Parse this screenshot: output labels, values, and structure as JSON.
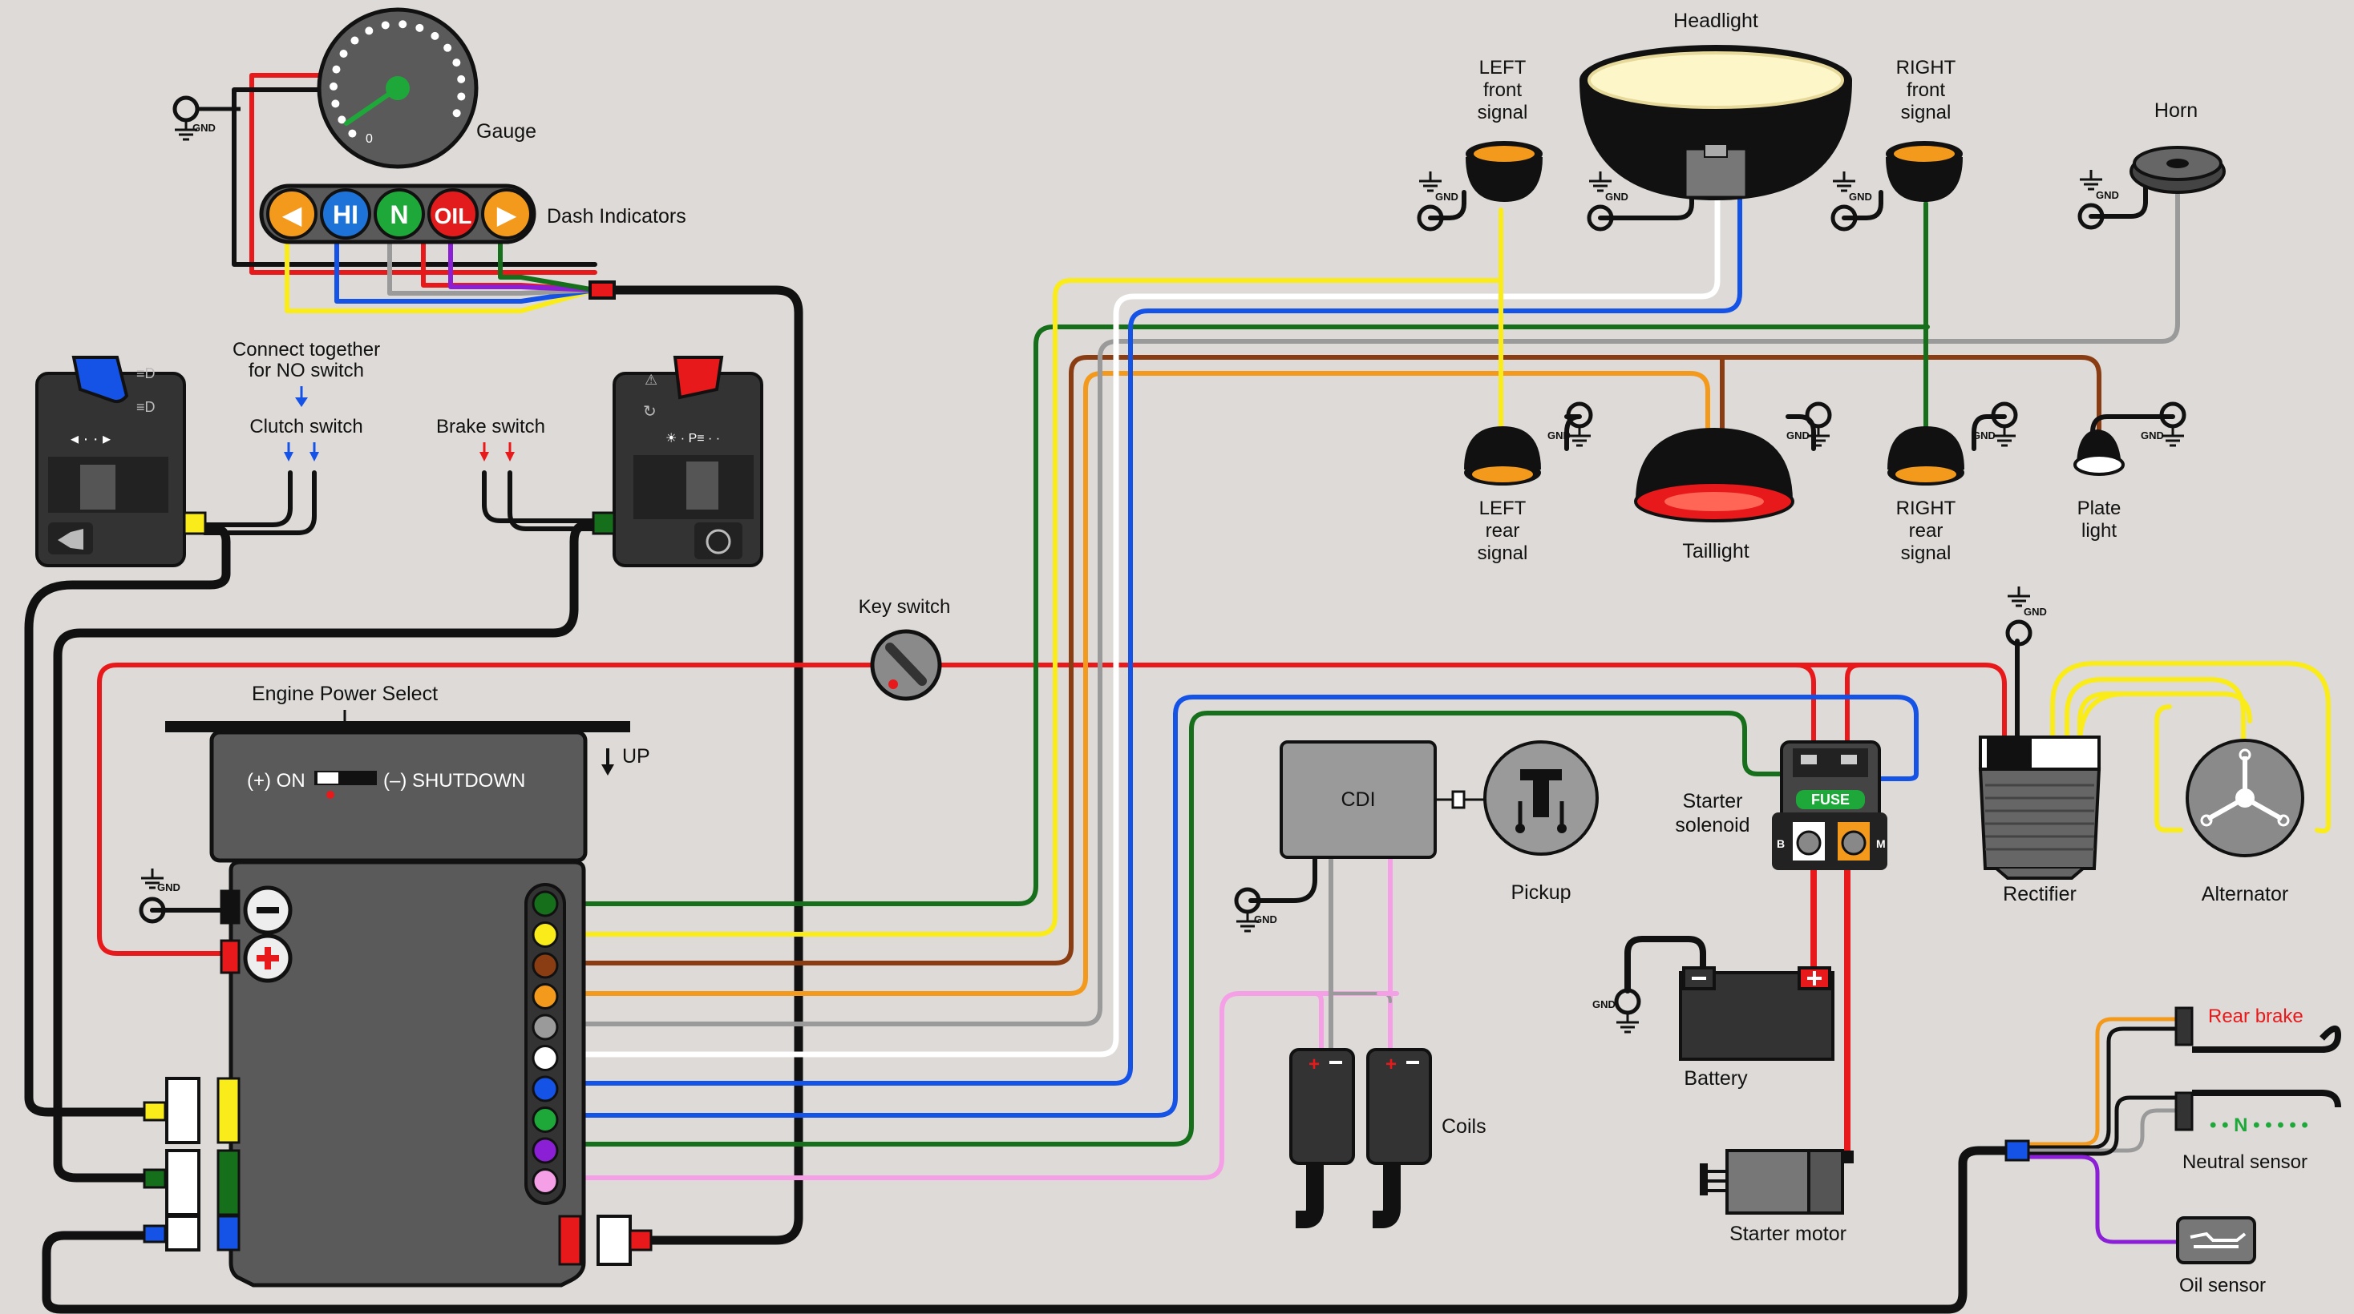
{
  "labels": {
    "gauge": "Gauge",
    "dash_indicators": "Dash Indicators",
    "headlight": "Headlight",
    "left_front_signal": [
      "LEFT",
      "front",
      "signal"
    ],
    "right_front_signal": [
      "RIGHT",
      "front",
      "signal"
    ],
    "horn": "Horn",
    "left_rear_signal": [
      "LEFT",
      "rear",
      "signal"
    ],
    "taillight": "Taillight",
    "right_rear_signal": [
      "RIGHT",
      "rear",
      "signal"
    ],
    "plate_light": [
      "Plate",
      "light"
    ],
    "connect_note": [
      "Connect together",
      "for NO switch"
    ],
    "clutch_switch": "Clutch switch",
    "brake_switch": "Brake switch",
    "key_switch": "Key switch",
    "engine_power_select": "Engine Power Select",
    "on": "(+) ON",
    "shutdown": "(–) SHUTDOWN",
    "up": "UP",
    "cdi": "CDI",
    "pickup": "Pickup",
    "coils": "Coils",
    "starter_solenoid": [
      "Starter",
      "solenoid"
    ],
    "fuse": "FUSE",
    "solenoid_b": "B",
    "solenoid_m": "M",
    "battery": "Battery",
    "starter_motor": "Starter motor",
    "rectifier": "Rectifier",
    "alternator": "Alternator",
    "rear_brake": "Rear brake",
    "neutral_sensor": "Neutral sensor",
    "neutral_dots": "• • N • • • • •",
    "oil_sensor": "Oil sensor",
    "gnd": "GND",
    "gauge_zero": "0"
  },
  "indicators": [
    {
      "label": "◀",
      "color": "#f39a1c"
    },
    {
      "label": "HI",
      "color": "#1e73d8"
    },
    {
      "label": "N",
      "color": "#1fa83a"
    },
    {
      "label": "OIL",
      "color": "#e21c1c"
    },
    {
      "label": "▶",
      "color": "#f39a1c"
    }
  ],
  "wire_colors": {
    "red": "#e8191b",
    "black": "#111111",
    "yellow": "#f9ec1a",
    "white": "#ffffff",
    "blue": "#1553e6",
    "green": "#166f1a",
    "brown": "#8a3d12",
    "orange": "#f39a1c",
    "gray": "#9a9a9a",
    "purple": "#8a1fd6",
    "pink": "#f49fe6",
    "bright_green": "#1fa83a"
  }
}
